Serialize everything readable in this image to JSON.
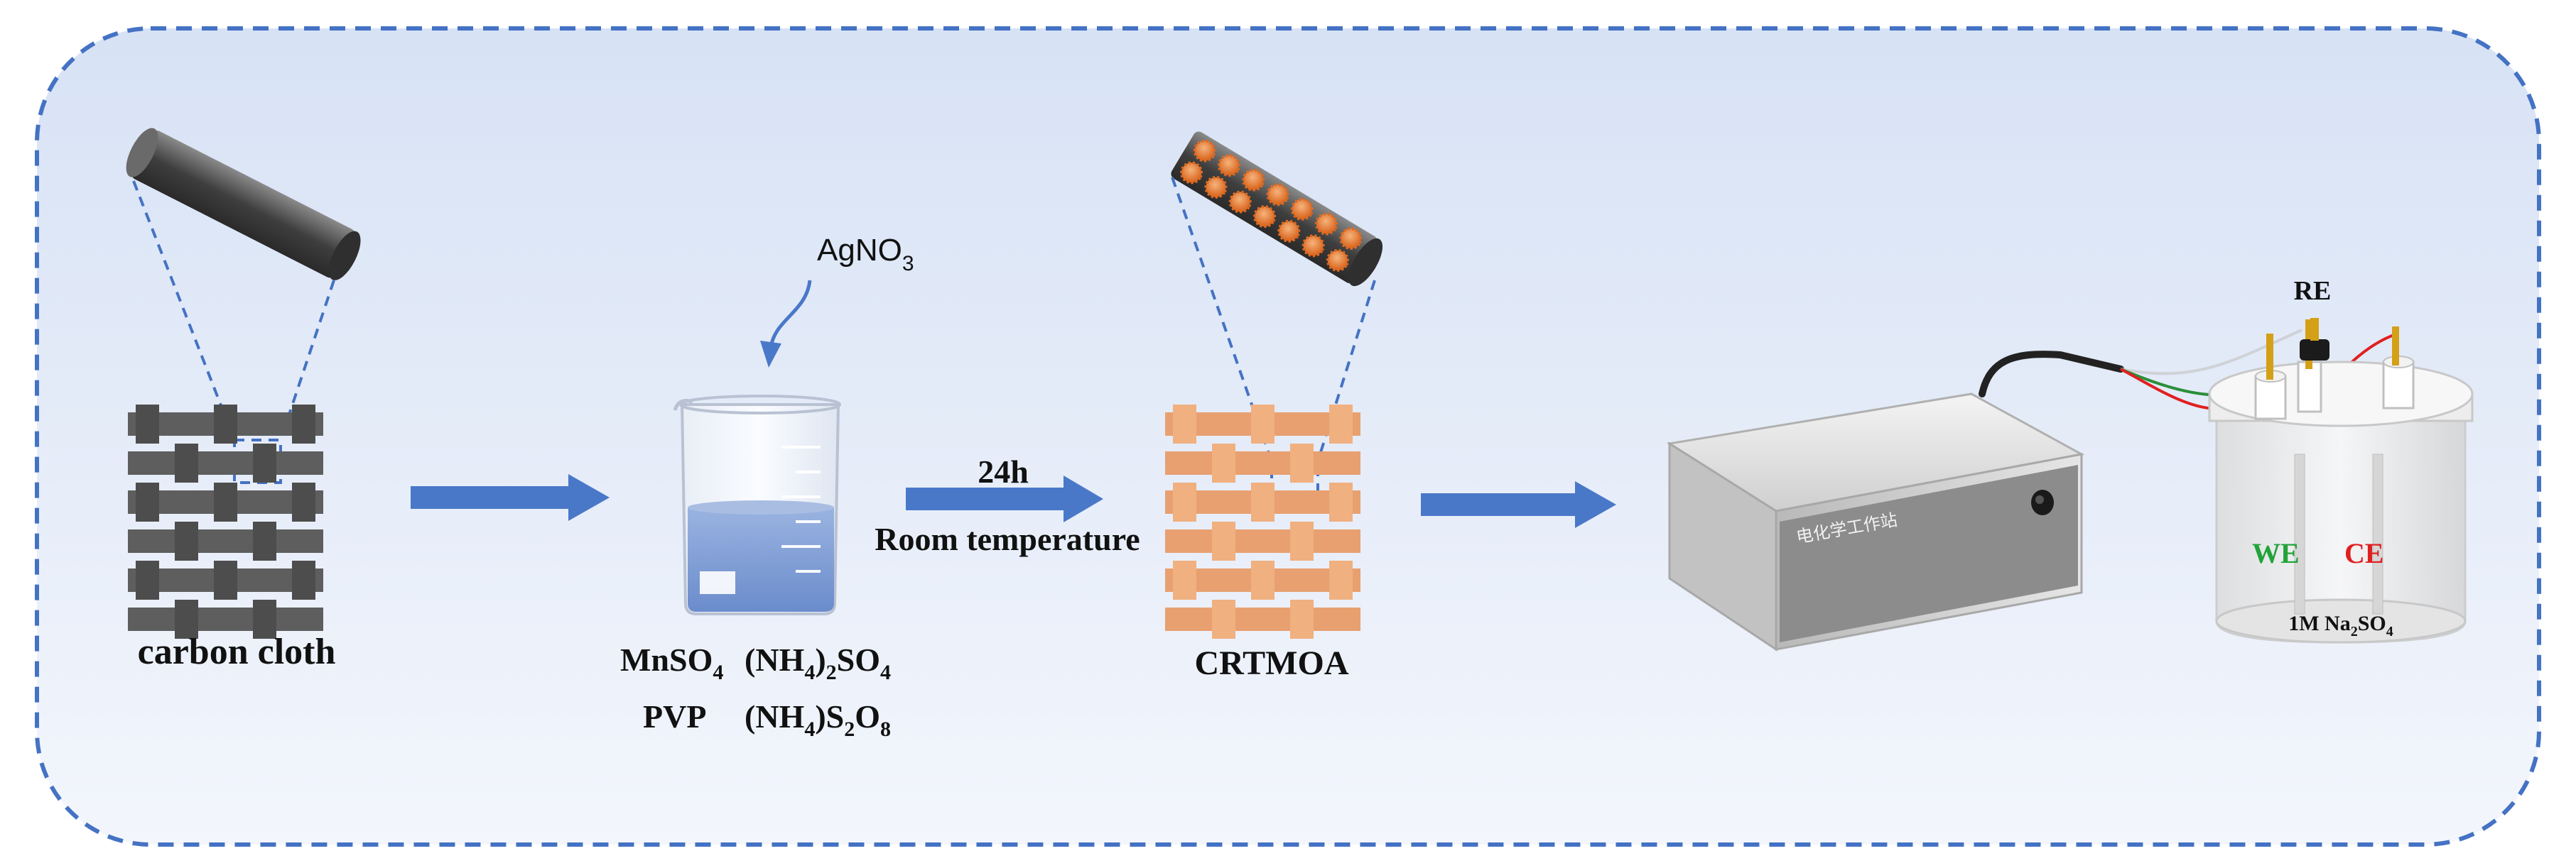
{
  "labels": {
    "carbon_cloth": "carbon cloth",
    "agno3": {
      "base": "AgNO",
      "sub": "3"
    },
    "reagents": {
      "mnso4": {
        "base": "MnSO",
        "sub": "4"
      },
      "nh4_2so4": {
        "p1": "(NH",
        "s1": "4",
        "p2": ")",
        "s2": "2",
        "p3": "SO",
        "s3": "4"
      },
      "pvp": "PVP",
      "nh4s2o8": {
        "p1": "(NH",
        "s1": "4",
        "p2": ")S",
        "s2": "2",
        "p3": "O",
        "s3": "8"
      }
    },
    "time": "24h",
    "condition": "Room temperature",
    "product": "CRTMOA",
    "workstation": "电化学工作站",
    "re": "RE",
    "we": "WE",
    "ce": "CE",
    "electrolyte": {
      "p1": "1M Na",
      "s1": "2",
      "p2": "SO",
      "s2": "4"
    }
  },
  "colors": {
    "border": "#4472c4",
    "arrow": "#4a78c9",
    "we": "#22a33a",
    "ce": "#e02020",
    "fiber": "#e8a070",
    "cloth": "#5e5e5e",
    "solution": "#7f9fd8"
  },
  "icons": {
    "carbon_fiber": "carbon-fiber-rod-icon",
    "beaker": "beaker-icon",
    "workstation": "electrochemical-workstation-icon",
    "cell": "three-electrode-cell-icon"
  }
}
